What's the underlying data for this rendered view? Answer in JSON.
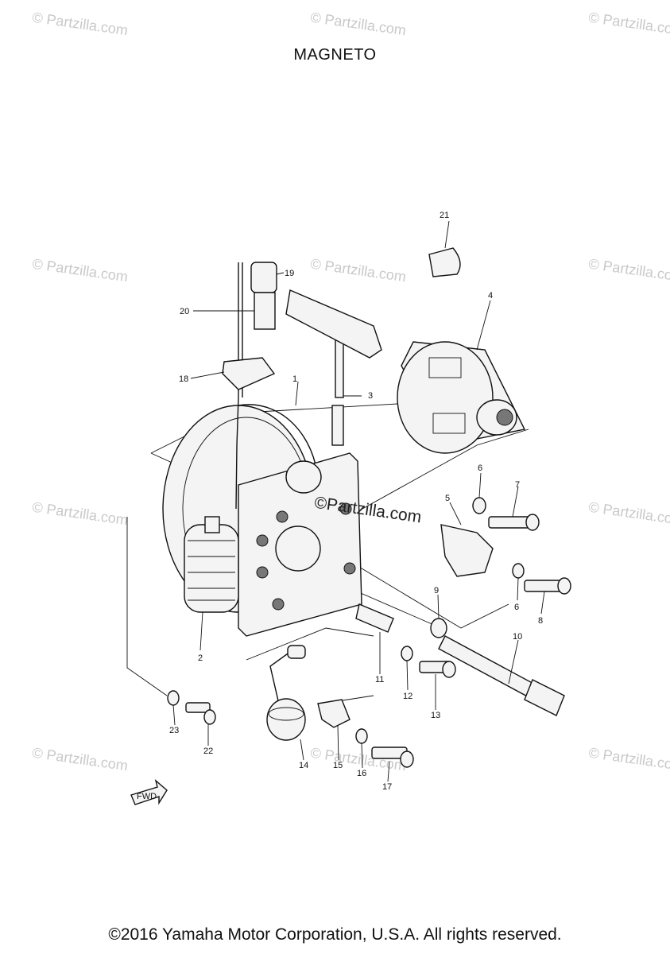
{
  "title": "MAGNETO",
  "copyright": "©2016 Yamaha Motor Corporation, U.S.A. All rights reserved.",
  "watermark": "© Partzilla.com",
  "center_watermark": "©Partzilla.com",
  "fwd_label": "FWD",
  "callouts": [
    "1",
    "2",
    "3",
    "4",
    "5",
    "6",
    "6",
    "7",
    "8",
    "9",
    "10",
    "11",
    "12",
    "13",
    "14",
    "15",
    "16",
    "17",
    "18",
    "19",
    "20",
    "21",
    "22",
    "23"
  ]
}
